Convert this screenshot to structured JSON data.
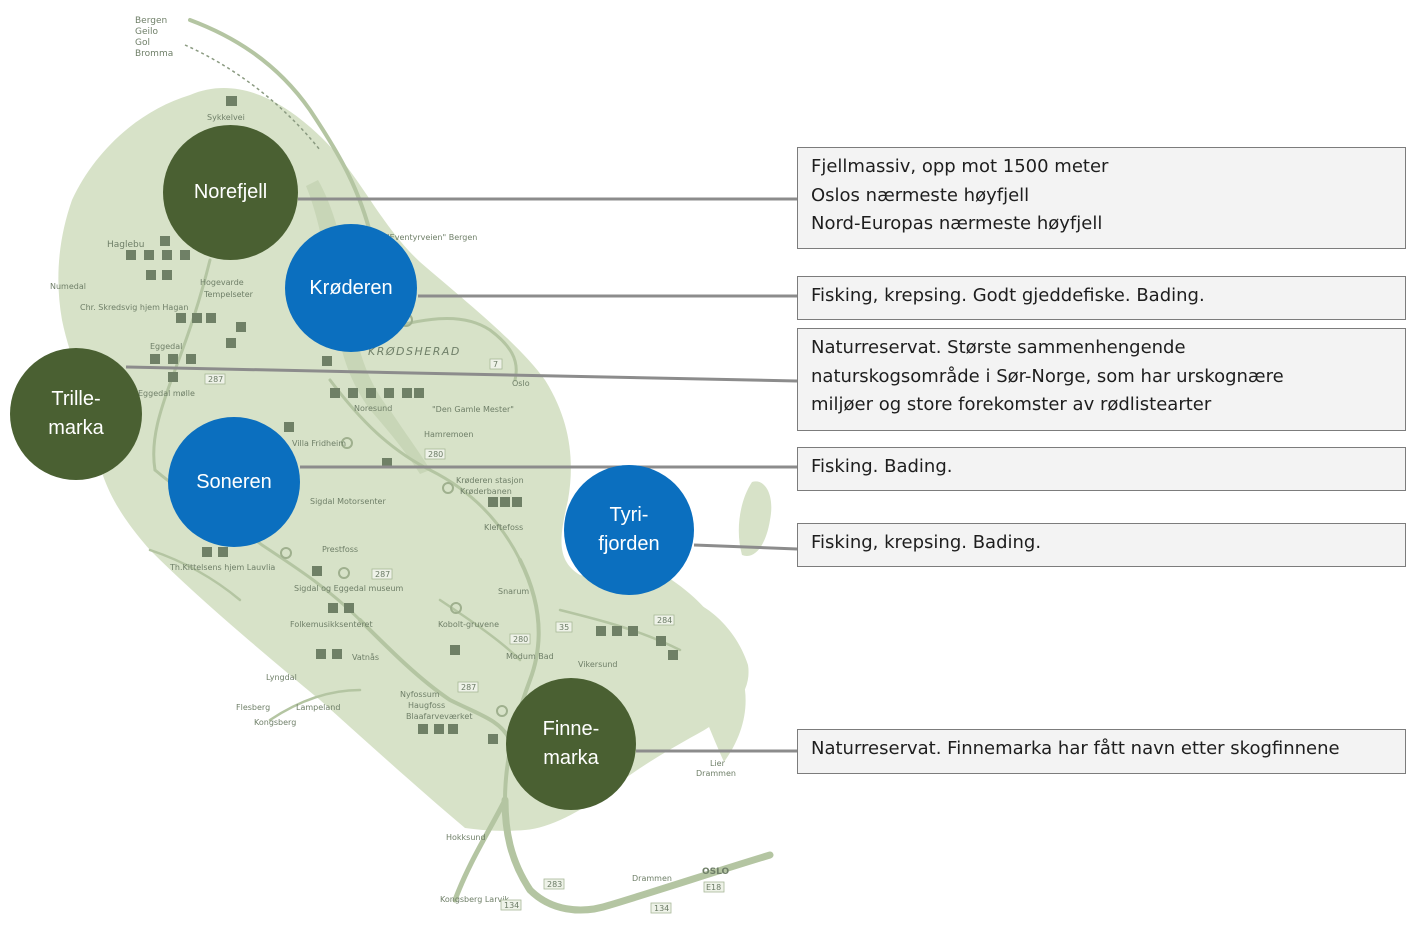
{
  "colors": {
    "region_fill": "#d7e2c8",
    "road": "#b4c5a2",
    "connector_line": "#8c8c8c",
    "mountain_circle": "#4a6032",
    "water_circle": "#0b6fbf",
    "infobox_fill": "#f3f3f3",
    "infobox_border": "#7c7c7c"
  },
  "map": {
    "top_labels": [
      "Bergen",
      "Geilo",
      "Gol",
      "Bromma"
    ],
    "place_labels": {
      "sykkelvei": "Sykkelvei",
      "haglebu": "Haglebu",
      "numedal": "Numedal",
      "hogevarde": "Hogevarde",
      "tempelseter": "Tempelseter",
      "chr_skredsvig": "Chr. Skredsvig hjem Hagan",
      "eggedal": "Eggedal",
      "eggedal_molle": "Eggedal mølle",
      "noresund": "Noresund",
      "villa_fridheim": "Villa Fridheim",
      "gamle_mester": "\"Den Gamle Mester\"",
      "hamremoen": "Hamremoen",
      "kroderen_stasjon": "Krøderen stasjon",
      "kroderbanen": "Krøderbanen",
      "kleftefoss": "Kleftefoss",
      "sigdal_motorsenter": "Sigdal Motorsenter",
      "prestfoss": "Prestfoss",
      "th_kittelsens": "Th.Kittelsens hjem Lauvlia",
      "sigdal_eggedal_museum": "Sigdal og Eggedal museum",
      "folkemusikksenteret": "Folkemusikksenteret",
      "vatnas": "Vatnås",
      "snarum": "Snarum",
      "kobolt_gruvene": "Kobolt-gruvene",
      "modum_bad": "Modum Bad",
      "vikersund": "Vikersund",
      "lyngdal": "Lyngdal",
      "flesberg": "Flesberg",
      "lampeland": "Lampeland",
      "kongsberg": "Kongsberg",
      "nyfossum": "Nyfossum",
      "haugfoss": "Haugfoss",
      "blaafarveverket": "Blaafarveværket",
      "hokksund": "Hokksund",
      "lier": "Lier",
      "drammen": "Drammen",
      "drammen_bottom": "Drammen",
      "oslo_bottom": "OSLO",
      "oslo_mid": "Oslo",
      "kongsberg_larvik": "Kongsberg Larvik",
      "eventyrveien": "\"Eventyrveien\" Bergen",
      "krodsherad": "KRØDSHERAD"
    },
    "road_numbers": {
      "r287a": "287",
      "r7": "7",
      "r280a": "280",
      "r287b": "287",
      "r280b": "280",
      "r35": "35",
      "r284": "284",
      "r287c": "287",
      "r283": "283",
      "r134a": "134",
      "r134b": "134",
      "e18": "E18"
    }
  },
  "circles": [
    {
      "id": "norefjell",
      "label": "Norefjell",
      "type": "mountain"
    },
    {
      "id": "kroderen",
      "label": "Krøderen",
      "type": "water"
    },
    {
      "id": "trillemarka",
      "label": "Trille-\nmarka",
      "type": "mountain"
    },
    {
      "id": "soneren",
      "label": "Soneren",
      "type": "water"
    },
    {
      "id": "tyrifjorden",
      "label": "Tyri-\nfjorden",
      "type": "water"
    },
    {
      "id": "finnemarka",
      "label": "Finne-\nmarka",
      "type": "mountain"
    }
  ],
  "infoboxes": {
    "norefjell": [
      "Fjellmassiv, opp mot 1500 meter",
      "Oslos nærmeste høyfjell",
      "Nord-Europas nærmeste høyfjell"
    ],
    "kroderen": [
      "Fisking, krepsing. Godt gjeddefiske. Bading."
    ],
    "trillemarka": [
      "Naturreservat. Største sammenhengende",
      "naturskogsområde i Sør-Norge, som har urskognære",
      "miljøer og store forekomster  av rødlistearter"
    ],
    "soneren": [
      "Fisking. Bading."
    ],
    "tyrifjorden": [
      "Fisking, krepsing. Bading."
    ],
    "finnemarka": [
      "Naturreservat. Finnemarka har fått navn etter skogfinnene"
    ]
  }
}
